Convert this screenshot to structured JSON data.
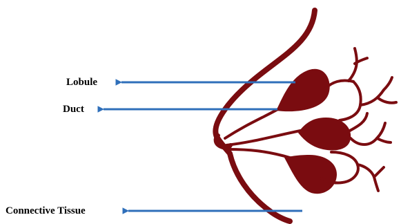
{
  "labels": {
    "lobule": "Lobule",
    "duct": "Duct",
    "connective_tissue": "Connective Tissue"
  },
  "colors": {
    "tissue": "#7a0c10",
    "arrow": "#2f6fba",
    "text": "#000000",
    "background": "#ffffff"
  }
}
